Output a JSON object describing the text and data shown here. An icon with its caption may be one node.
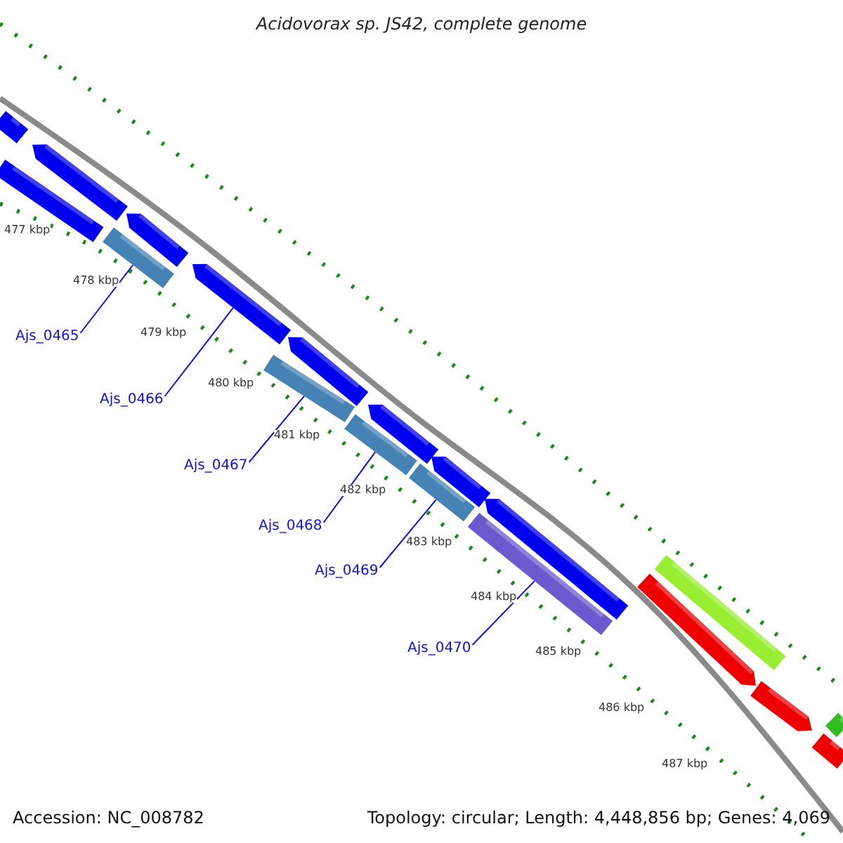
{
  "diagram": {
    "title": "Acidovorax sp. JS42, complete genome",
    "nodes": [
      {
        "text": [
          "Ajs_0465"
        ]
      },
      {
        "text": [
          "Ajs_0466"
        ]
      },
      {
        "text": [
          "Ajs_0467"
        ]
      },
      {
        "text": [
          "Ajs_0468"
        ]
      },
      {
        "text": [
          "Ajs_0469"
        ]
      },
      {
        "text": [
          "Ajs_0470"
        ]
      },
      {
        "text": [],
        "shape": "bar"
      },
      {
        "text": [],
        "shape": "bar"
      },
      {
        "text": [],
        "shape": "bar"
      },
      {
        "text": [],
        "shape": "bar"
      },
      {
        "text": [],
        "shape": "bar"
      },
      {
        "text": [],
        "shape": "bar"
      },
      {
        "text": [],
        "shape": "bar"
      },
      {
        "text": [],
        "shape": "bar"
      },
      {
        "text": [],
        "shape": "bar"
      },
      {
        "text": [],
        "shape": "bar"
      },
      {
        "text": [],
        "shape": "bar"
      },
      {
        "text": [],
        "shape": "bar"
      },
      {
        "text": [],
        "shape": "bar"
      },
      {
        "text": [],
        "shape": "bar"
      },
      {
        "text": [],
        "shape": "bar"
      },
      {
        "text": [],
        "shape": "bar"
      },
      {
        "text": [],
        "shape": "bar"
      },
      {
        "text": [],
        "shape": "bar"
      },
      {
        "text": [],
        "shape": "bar"
      }
    ],
    "edges": [
      {
        "from": 0,
        "to": 9,
        "arrow": "none"
      },
      {
        "from": 1,
        "to": 11,
        "arrow": "none"
      },
      {
        "from": 2,
        "to": 12,
        "arrow": "none"
      },
      {
        "from": 3,
        "to": 14,
        "arrow": "none"
      },
      {
        "from": 4,
        "to": 16,
        "arrow": "none"
      },
      {
        "from": 5,
        "to": 18,
        "arrow": "none"
      }
    ],
    "labels": [
      "477 kbp",
      "478 kbp",
      "479 kbp",
      "480 kbp",
      "481 kbp",
      "482 kbp",
      "483 kbp",
      "484 kbp",
      "485 kbp",
      "486 kbp",
      "487 kbp",
      "Accession: NC_008782",
      "Topology: circular; Length: 4,448,856 bp; Genes: 4,069"
    ]
  }
}
